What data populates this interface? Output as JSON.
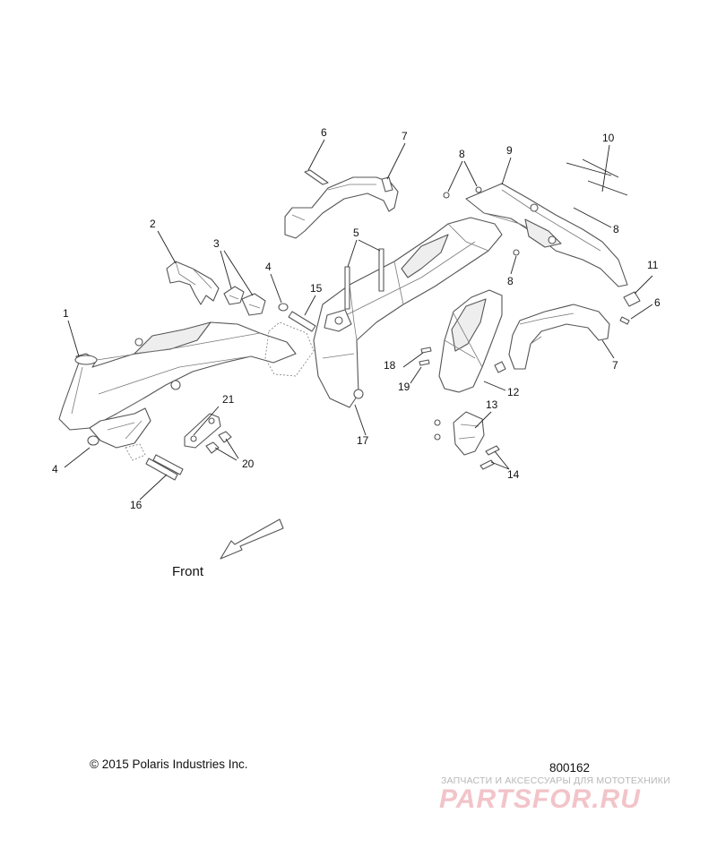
{
  "diagram": {
    "callouts": [
      "1",
      "2",
      "3",
      "4",
      "4",
      "5",
      "6",
      "6",
      "7",
      "7",
      "8",
      "8",
      "8",
      "9",
      "10",
      "11",
      "12",
      "13",
      "14",
      "15",
      "16",
      "17",
      "18",
      "19",
      "20",
      "21"
    ],
    "direction_label": "Front",
    "copyright": "© 2015 Polaris Industries Inc.",
    "diagram_id": "800162"
  },
  "watermark": {
    "tagline": "ЗАПЧАСТИ И АКСЕССУАРЫ ДЛЯ МОТОТЕХНИКИ",
    "logo": "PARTSFOR.RU"
  },
  "colors": {
    "line": "#555555",
    "text": "#111111",
    "watermark_logo": "#f2c4c9"
  }
}
